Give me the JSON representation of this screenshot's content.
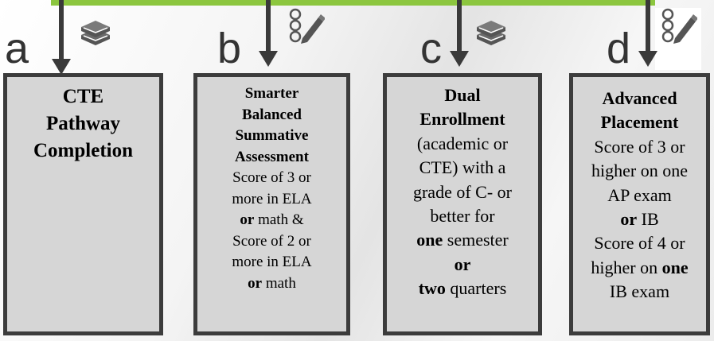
{
  "columns": [
    {
      "letter": "a",
      "icon": "books-icon",
      "lines": [
        {
          "t": "CTE",
          "bold": true
        },
        {
          "t": "Pathway",
          "bold": true
        },
        {
          "t": "Completion",
          "bold": true
        }
      ]
    },
    {
      "letter": "b",
      "icon": "pencil-test-icon",
      "lines": [
        {
          "t": "Smarter",
          "bold": true
        },
        {
          "t": "Balanced",
          "bold": true
        },
        {
          "t": "Summative",
          "bold": true
        },
        {
          "t": "Assessment",
          "bold": true
        },
        {
          "t": "Score of 3 or"
        },
        {
          "t": "more in  ELA"
        },
        {
          "b": "or",
          "t": " math &"
        },
        {
          "t": "Score of 2 or"
        },
        {
          "t": "more in ELA"
        },
        {
          "b": "or",
          "t": " math"
        }
      ]
    },
    {
      "letter": "c",
      "icon": "books-icon",
      "lines": [
        {
          "t": "Dual",
          "bold": true
        },
        {
          "t": "Enrollment",
          "bold": true
        },
        {
          "t": "(academic or"
        },
        {
          "t": "CTE)  with a"
        },
        {
          "t": "grade of C- or"
        },
        {
          "t": "better for"
        },
        {
          "b": "one",
          "t": " semester"
        },
        {
          "t": "or",
          "bold": true
        },
        {
          "b": "two",
          "t": " quarters"
        }
      ]
    },
    {
      "letter": "d",
      "icon": "pencil-test-icon",
      "lines": [
        {
          "t": "Advanced",
          "bold": true
        },
        {
          "t": "Placement",
          "bold": true
        },
        {
          "t": "Score of 3 or"
        },
        {
          "t": "higher on one"
        },
        {
          "t": "AP exam"
        },
        {
          "t": "or IB",
          "mixed": "orIB"
        },
        {
          "t": "Score of 4 or"
        },
        {
          "t": "higher on ",
          "b2": "one"
        },
        {
          "t": "IB exam"
        }
      ]
    }
  ],
  "colors": {
    "connector": "#8cc63f",
    "box_fill": "#d6d6d6",
    "box_border": "#3c3c3c",
    "arrow": "#3a3a3a"
  }
}
